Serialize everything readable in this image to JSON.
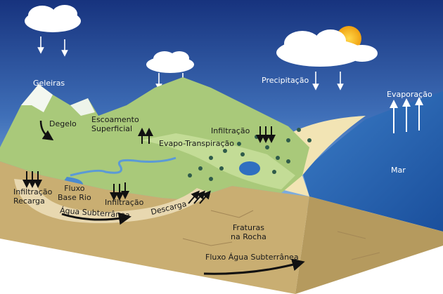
{
  "labels": {
    "geleiras": "Geleiras",
    "degelo": "Degelo",
    "escoamento_1": "Escoamento",
    "escoamento_2": "Superficial",
    "infiltracao_top": "Infiltração",
    "evapo_transpiracao": "Evapo-Transpiração",
    "precipitacao": "Precipitação",
    "evaporacao": "Evaporação",
    "mar": "Mar",
    "infiltracao_recarga_1": "Infiltração",
    "infiltracao_recarga_2": "Recarga",
    "fluxo_base_1": "Fluxo",
    "fluxo_base_2": "Base Rio",
    "infiltracao_mid": "Infiltração",
    "agua_subterranea": "Água Subterrânea",
    "descarga": "Descarga",
    "fraturas_1": "Fraturas",
    "fraturas_2": "na Rocha",
    "fluxo_agua_subterranea": "Fluxo Água Subterrânea"
  },
  "colors": {
    "sky_top": "#1b3a86",
    "sky_bottom": "#7fb0e0",
    "land": "#a9c97a",
    "soil": "#c9ae72",
    "sea": "#1f5aa8",
    "sun": "#f6b81c"
  }
}
